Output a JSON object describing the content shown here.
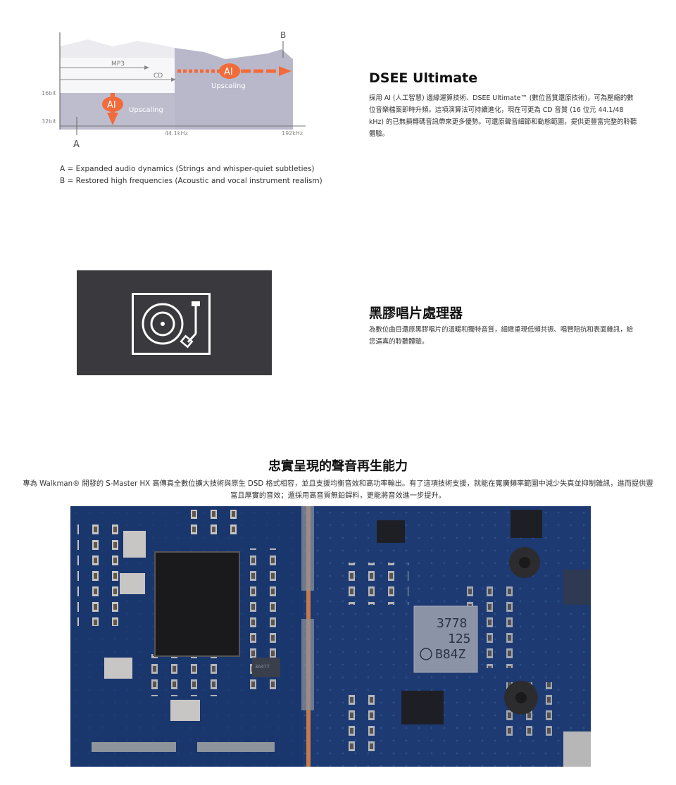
{
  "dsee": {
    "diagram": {
      "label_b": "B",
      "label_a": "A",
      "mp3": "MP3",
      "cd": "CD",
      "ai": "AI",
      "upscaling": "Upscaling",
      "y_16bit": "16bit",
      "y_32bit": "32bit",
      "x_44": "44.1kHz",
      "x_192": "192kHz",
      "colors": {
        "accent": "#f26b3a",
        "gray_dark": "#b7b6c8",
        "gray_light": "#e9e8ee",
        "white_zone": "#f4f4f4"
      }
    },
    "legend": [
      "A = Expanded audio dynamics (Strings and whisper-quiet subtleties)",
      "B = Restored high frequencies (Acoustic and vocal instrument realism)"
    ],
    "title": "DSEE Ultimate",
    "text": "採用 AI (人工智慧) 邊緣運算技術、DSEE Ultimate™ (數位音質還原技術)，可為壓縮的數位音樂檔案即時升頻。這項演算法可持續進化，現在可更為 CD 音質 (16 位元 44.1/48 kHz) 的已無損轉碼音訊帶來更多優勢。可還原聲音細節和動態範圍，提供更豐富完整的聆聽體驗。"
  },
  "vinyl": {
    "icon": "turntable-icon",
    "title": "黑膠唱片處理器",
    "text": "為數位曲目還原黑膠唱片的溫暖和獨特音質，細緻重現低頻共振、唱臂阻抗和表面雜訊，給您逼真的聆聽體驗。"
  },
  "fidelity": {
    "title": "忠實呈現的聲音再生能力",
    "text": "專為 Walkman® 開發的 S-Master HX 高傳真全數位擴大技術與原生 DSD 格式相容，並且支援均衡音效和高功率輸出。有了這項技術支援，就能在寬廣頻率範圍中減少失真並抑制雜訊，進而提供豐富且厚實的音效；還採用高音質無鉛銲料，更能將音效進一步提升。",
    "chip_text": [
      "3778",
      "125",
      "B84Z"
    ],
    "small_chip": "3A47T"
  }
}
